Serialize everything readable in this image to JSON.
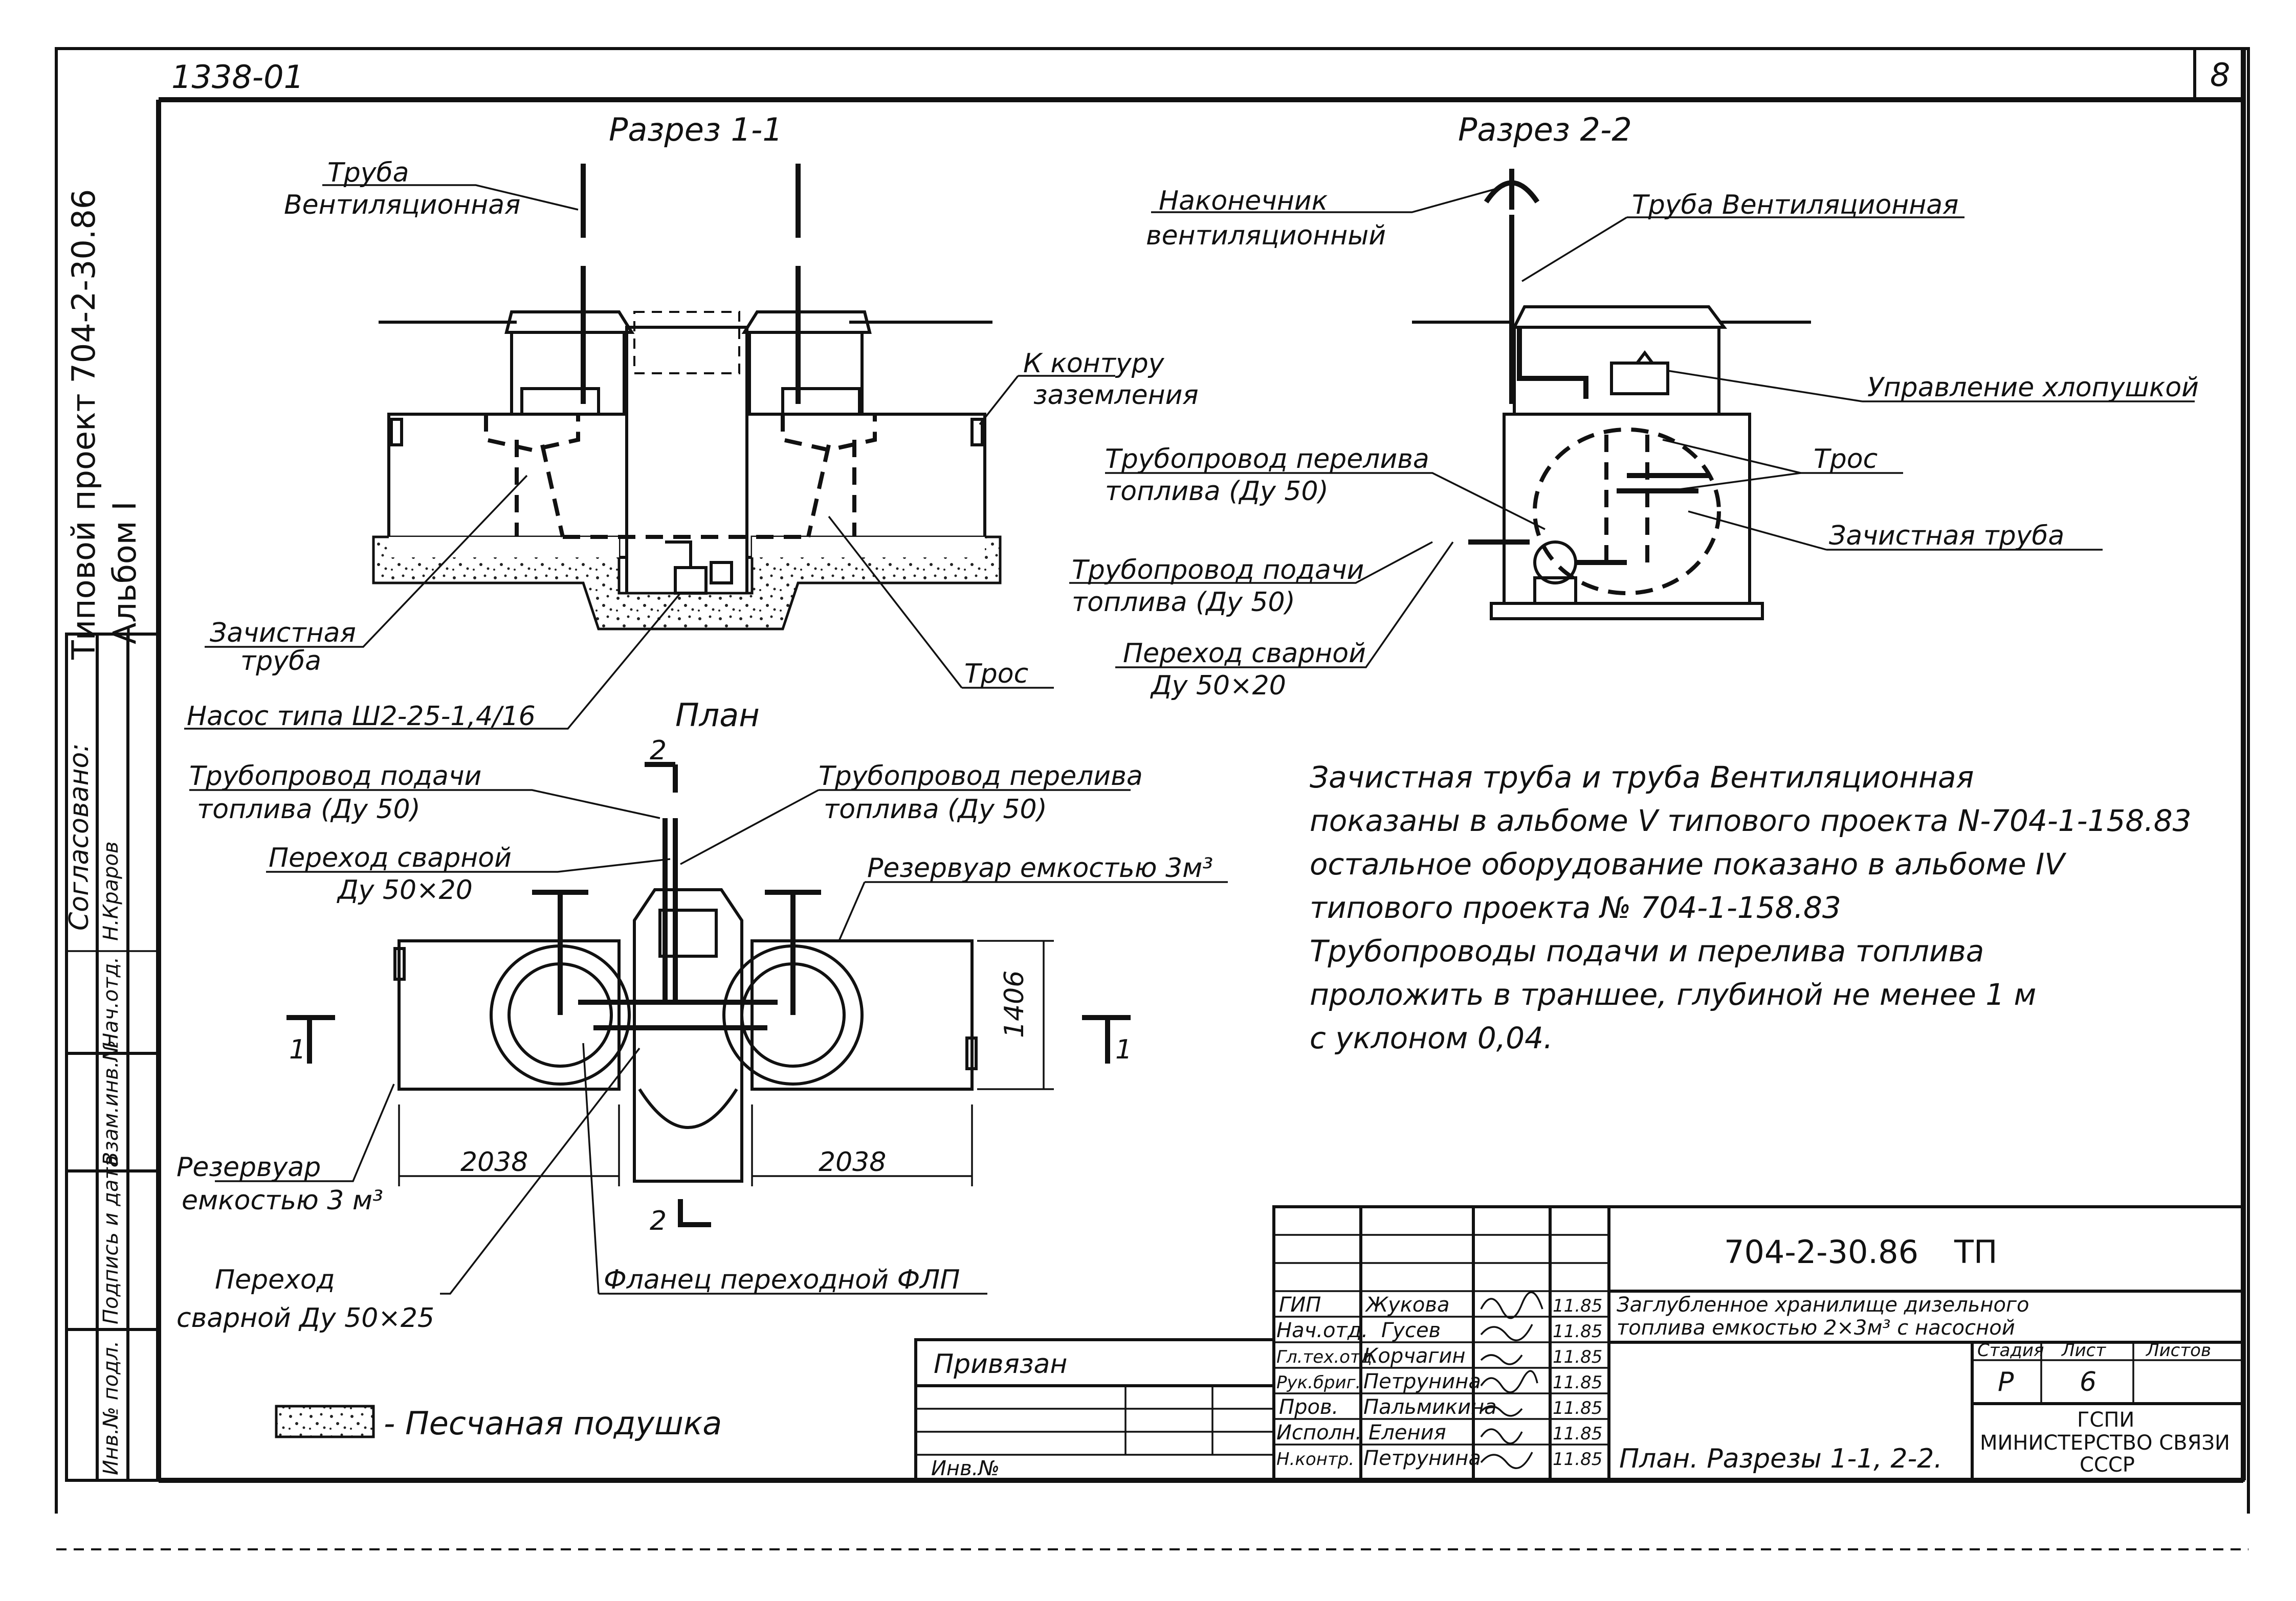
{
  "header": {
    "doc_code_top": "1338-01",
    "sheet_no": "8"
  },
  "side_strip": {
    "project": "Типовой проект 704-2-30.86",
    "album": "Альбом I",
    "soglasovano": "Согласовано:",
    "nach_otd": "Нач.отд.",
    "nach_otd_person": "Н.Краров",
    "vzam_inv": "Взам.инв.№",
    "podpis_data": "Подпись и дата",
    "inv_podl": "Инв.№ подл."
  },
  "section_1": {
    "title": "Разрез 1-1",
    "labels": {
      "vent_pipe_l1": "Труба",
      "vent_pipe_l2": "Вентиляционная",
      "ground_l1": "К контуру",
      "ground_l2": "заземления",
      "clean_pipe_l1": "Зачистная",
      "clean_pipe_l2": "труба",
      "rope": "Трос",
      "pump": "Насос типа Ш2-25-1,4/16"
    }
  },
  "section_2": {
    "title": "Разрез 2-2",
    "labels": {
      "tip_l1": "Наконечник",
      "tip_l2": "вентиляционный",
      "vent_pipe": "Труба Вентиляционная",
      "valve_ctrl": "Управление хлопушкой",
      "overflow_l1": "Трубопровод перелива",
      "overflow_l2": "топлива (Ду 50)",
      "rope": "Трос",
      "clean_pipe": "Зачистная труба",
      "supply_l1": "Трубопровод подачи",
      "supply_l2": "топлива (Ду 50)",
      "transition_l1": "Переход сварной",
      "transition_l2": "Ду 50×20"
    }
  },
  "plan": {
    "title": "План",
    "labels": {
      "supply_l1": "Трубопровод подачи",
      "supply_l2": "топлива (Ду 50)",
      "overflow_l1": "Трубопровод перелива",
      "overflow_l2": "топлива (Ду 50)",
      "transition_l1": "Переход сварной",
      "transition_l2": "Ду 50×20",
      "reservoir_top": "Резервуар емкостью 3м³",
      "reservoir_l1": "Резервуар",
      "reservoir_l2": "емкостью 3 м³",
      "transition2_l1": "Переход",
      "transition2_l2": "сварной Ду 50×25",
      "flange": "Фланец переходной ФЛП",
      "cut_2": "2",
      "cut_1": "1",
      "dim_height": "1406",
      "dim_left": "2038",
      "dim_right": "2038"
    }
  },
  "notes": [
    "Зачистная труба и труба Вентиляционная",
    "показаны в альбоме V типового проекта N-704-1-158.83",
    "остальное оборудование показано в альбоме IV",
    "типового проекта № 704-1-158.83",
    "Трубопроводы подачи и перелива топлива",
    "проложить в траншее, глубиной не менее 1 м",
    "с уклоном 0,04."
  ],
  "legend": {
    "sand": "- Песчаная подушка"
  },
  "title_block": {
    "doc_code": "704-2-30.86",
    "doc_type": "ТП",
    "title_l1": "Заглубленное хранилище дизельного",
    "title_l2": "топлива емкостью 2×3м³ с насосной",
    "stadia_label": "Стадия",
    "list_label": "Лист",
    "listov_label": "Листов",
    "stadia": "Р",
    "list": "6",
    "listov": "",
    "sheet_title": "План. Разрезы 1-1, 2-2.",
    "org_l1": "ГСПИ",
    "org_l2": "МИНИСТЕРСТВО СВЯЗИ",
    "org_l3": "СССР",
    "privyazan": "Привязан",
    "inv_no": "Инв.№",
    "staff": [
      {
        "role": "ГИП",
        "name": "Жукова",
        "date": "11.85"
      },
      {
        "role": "Нач.отд.",
        "name": "Гусев",
        "date": "11.85"
      },
      {
        "role": "Гл.тех.отд.",
        "name": "Корчагин",
        "date": "11.85"
      },
      {
        "role": "Рук.бриг.",
        "name": "Петрунина",
        "date": "11.85"
      },
      {
        "role": "Пров.",
        "name": "Пальмикина",
        "date": "11.85"
      },
      {
        "role": "Исполн.",
        "name": "Еления",
        "date": "11.85"
      },
      {
        "role": "Н.контр.",
        "name": "Петрунина",
        "date": "11.85"
      }
    ]
  }
}
